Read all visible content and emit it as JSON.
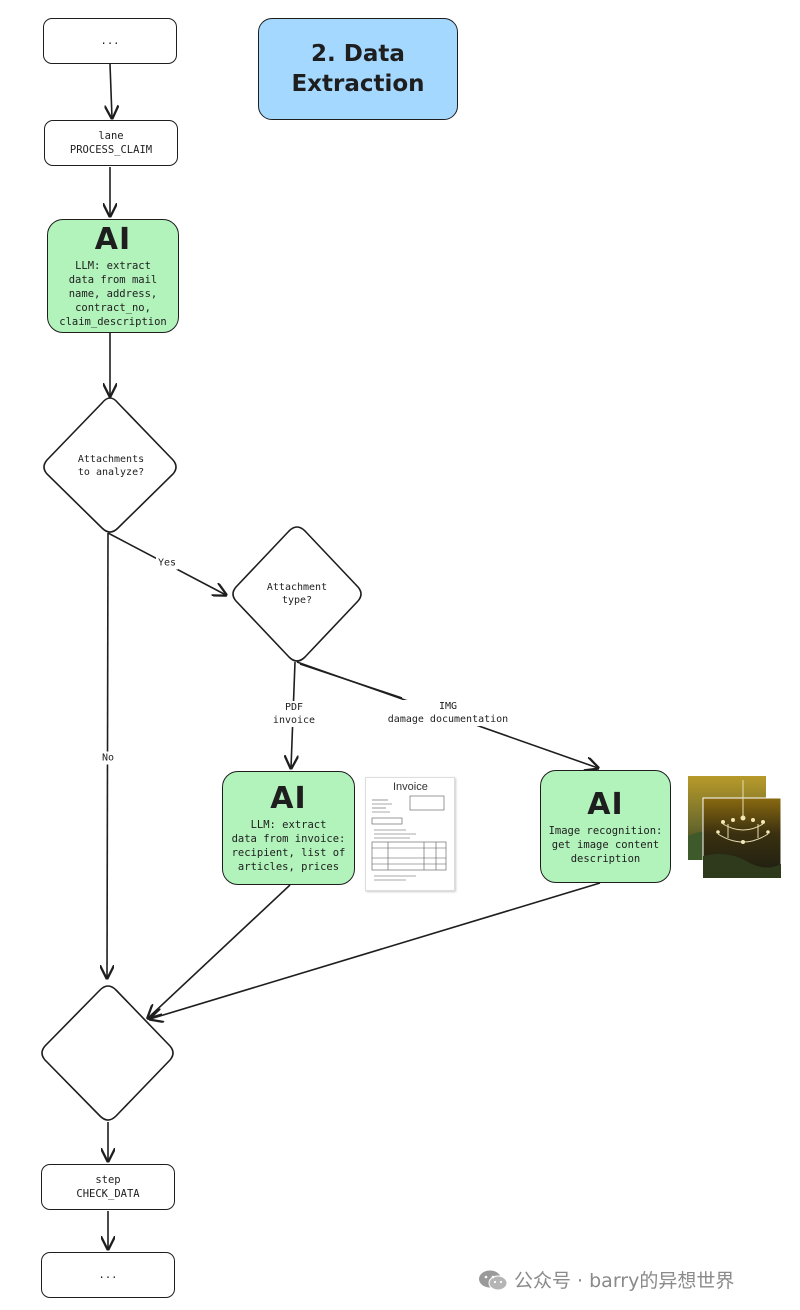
{
  "title": {
    "line1": "2. Data",
    "line2": "Extraction"
  },
  "nodes": {
    "start": "...",
    "lane": {
      "line1": "lane",
      "line2": "PROCESS_CLAIM"
    },
    "llm_mail": {
      "mark": "AI",
      "lines": [
        "LLM: extract",
        "data from mail",
        "name, address,",
        "contract_no,",
        "claim_description"
      ]
    },
    "attachments_decision": {
      "lines": [
        "Attachments",
        "to analyze?"
      ]
    },
    "attachment_type": {
      "lines": [
        "Attachment",
        "type?"
      ]
    },
    "llm_invoice": {
      "mark": "AI",
      "lines": [
        "LLM: extract",
        "data from invoice:",
        "recipient, list of",
        "articles, prices"
      ]
    },
    "image_recognition": {
      "mark": "AI",
      "lines": [
        "Image recognition:",
        "get image content",
        "description"
      ]
    },
    "step": {
      "line1": "step",
      "line2": "CHECK_DATA"
    },
    "end": "..."
  },
  "edges": {
    "yes": "Yes",
    "no": "No",
    "pdf": {
      "line1": "PDF",
      "line2": "invoice"
    },
    "img": {
      "line1": "IMG",
      "line2": "damage documentation"
    }
  },
  "invoice_thumbnail": {
    "title": "Invoice"
  },
  "watermark": {
    "text": "公众号 · barry的异想世界"
  },
  "colors": {
    "ai_green": "#b2f2bb",
    "title_blue": "#a5d8ff",
    "stroke": "#1e1e1e"
  }
}
